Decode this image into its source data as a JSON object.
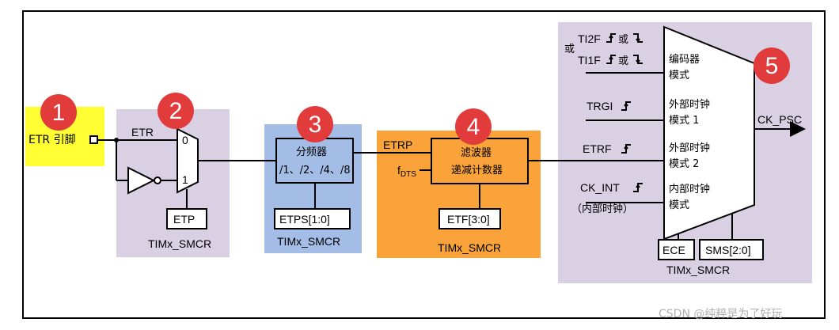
{
  "markers": [
    "1",
    "2",
    "3",
    "4",
    "5"
  ],
  "etr_pin": "ETR 引脚",
  "etr": "ETR",
  "mux_in0": "0",
  "mux_in1": "1",
  "etp": "ETP",
  "smcr1": "TIMx_SMCR",
  "prescaler": {
    "line1": "分频器",
    "line2": "/1、/2、/4、/8"
  },
  "etps": "ETPS[1:0]",
  "smcr2": "TIMx_SMCR",
  "etrp": "ETRP",
  "fdts_main": "f",
  "fdts_sub": "DTS",
  "filter": {
    "line1": "滤波器",
    "line2": "递减计数器"
  },
  "etf": "ETF[3:0]",
  "smcr3": "TIMx_SMCR",
  "or_label": "或",
  "ti2f": "TI2F",
  "ti1f": "TI1F",
  "or_mid": "或",
  "trgi": "TRGI",
  "etrf": "ETRF",
  "ck_int": "CK_INT",
  "ck_int_note": "（内部时钟）",
  "modes": {
    "encoder_1": "编码器",
    "encoder_2": "模式",
    "ext1_1": "外部时钟",
    "ext1_2": "模式 1",
    "ext2_1": "外部时钟",
    "ext2_2": "模式 2",
    "int_1": "内部时钟",
    "int_2": "模式"
  },
  "ck_psc": "CK_PSC",
  "ece": "ECE",
  "sms": "SMS[2:0]",
  "smcr4": "TIMx_SMCR",
  "watermark": "CSDN @纯粹是为了好玩",
  "colors": {
    "yellow": "#ffff33",
    "lavender": "#d9d0e3",
    "blue": "#a3bde6",
    "orange": "#f9a33a",
    "badge": "#e23b3b"
  }
}
